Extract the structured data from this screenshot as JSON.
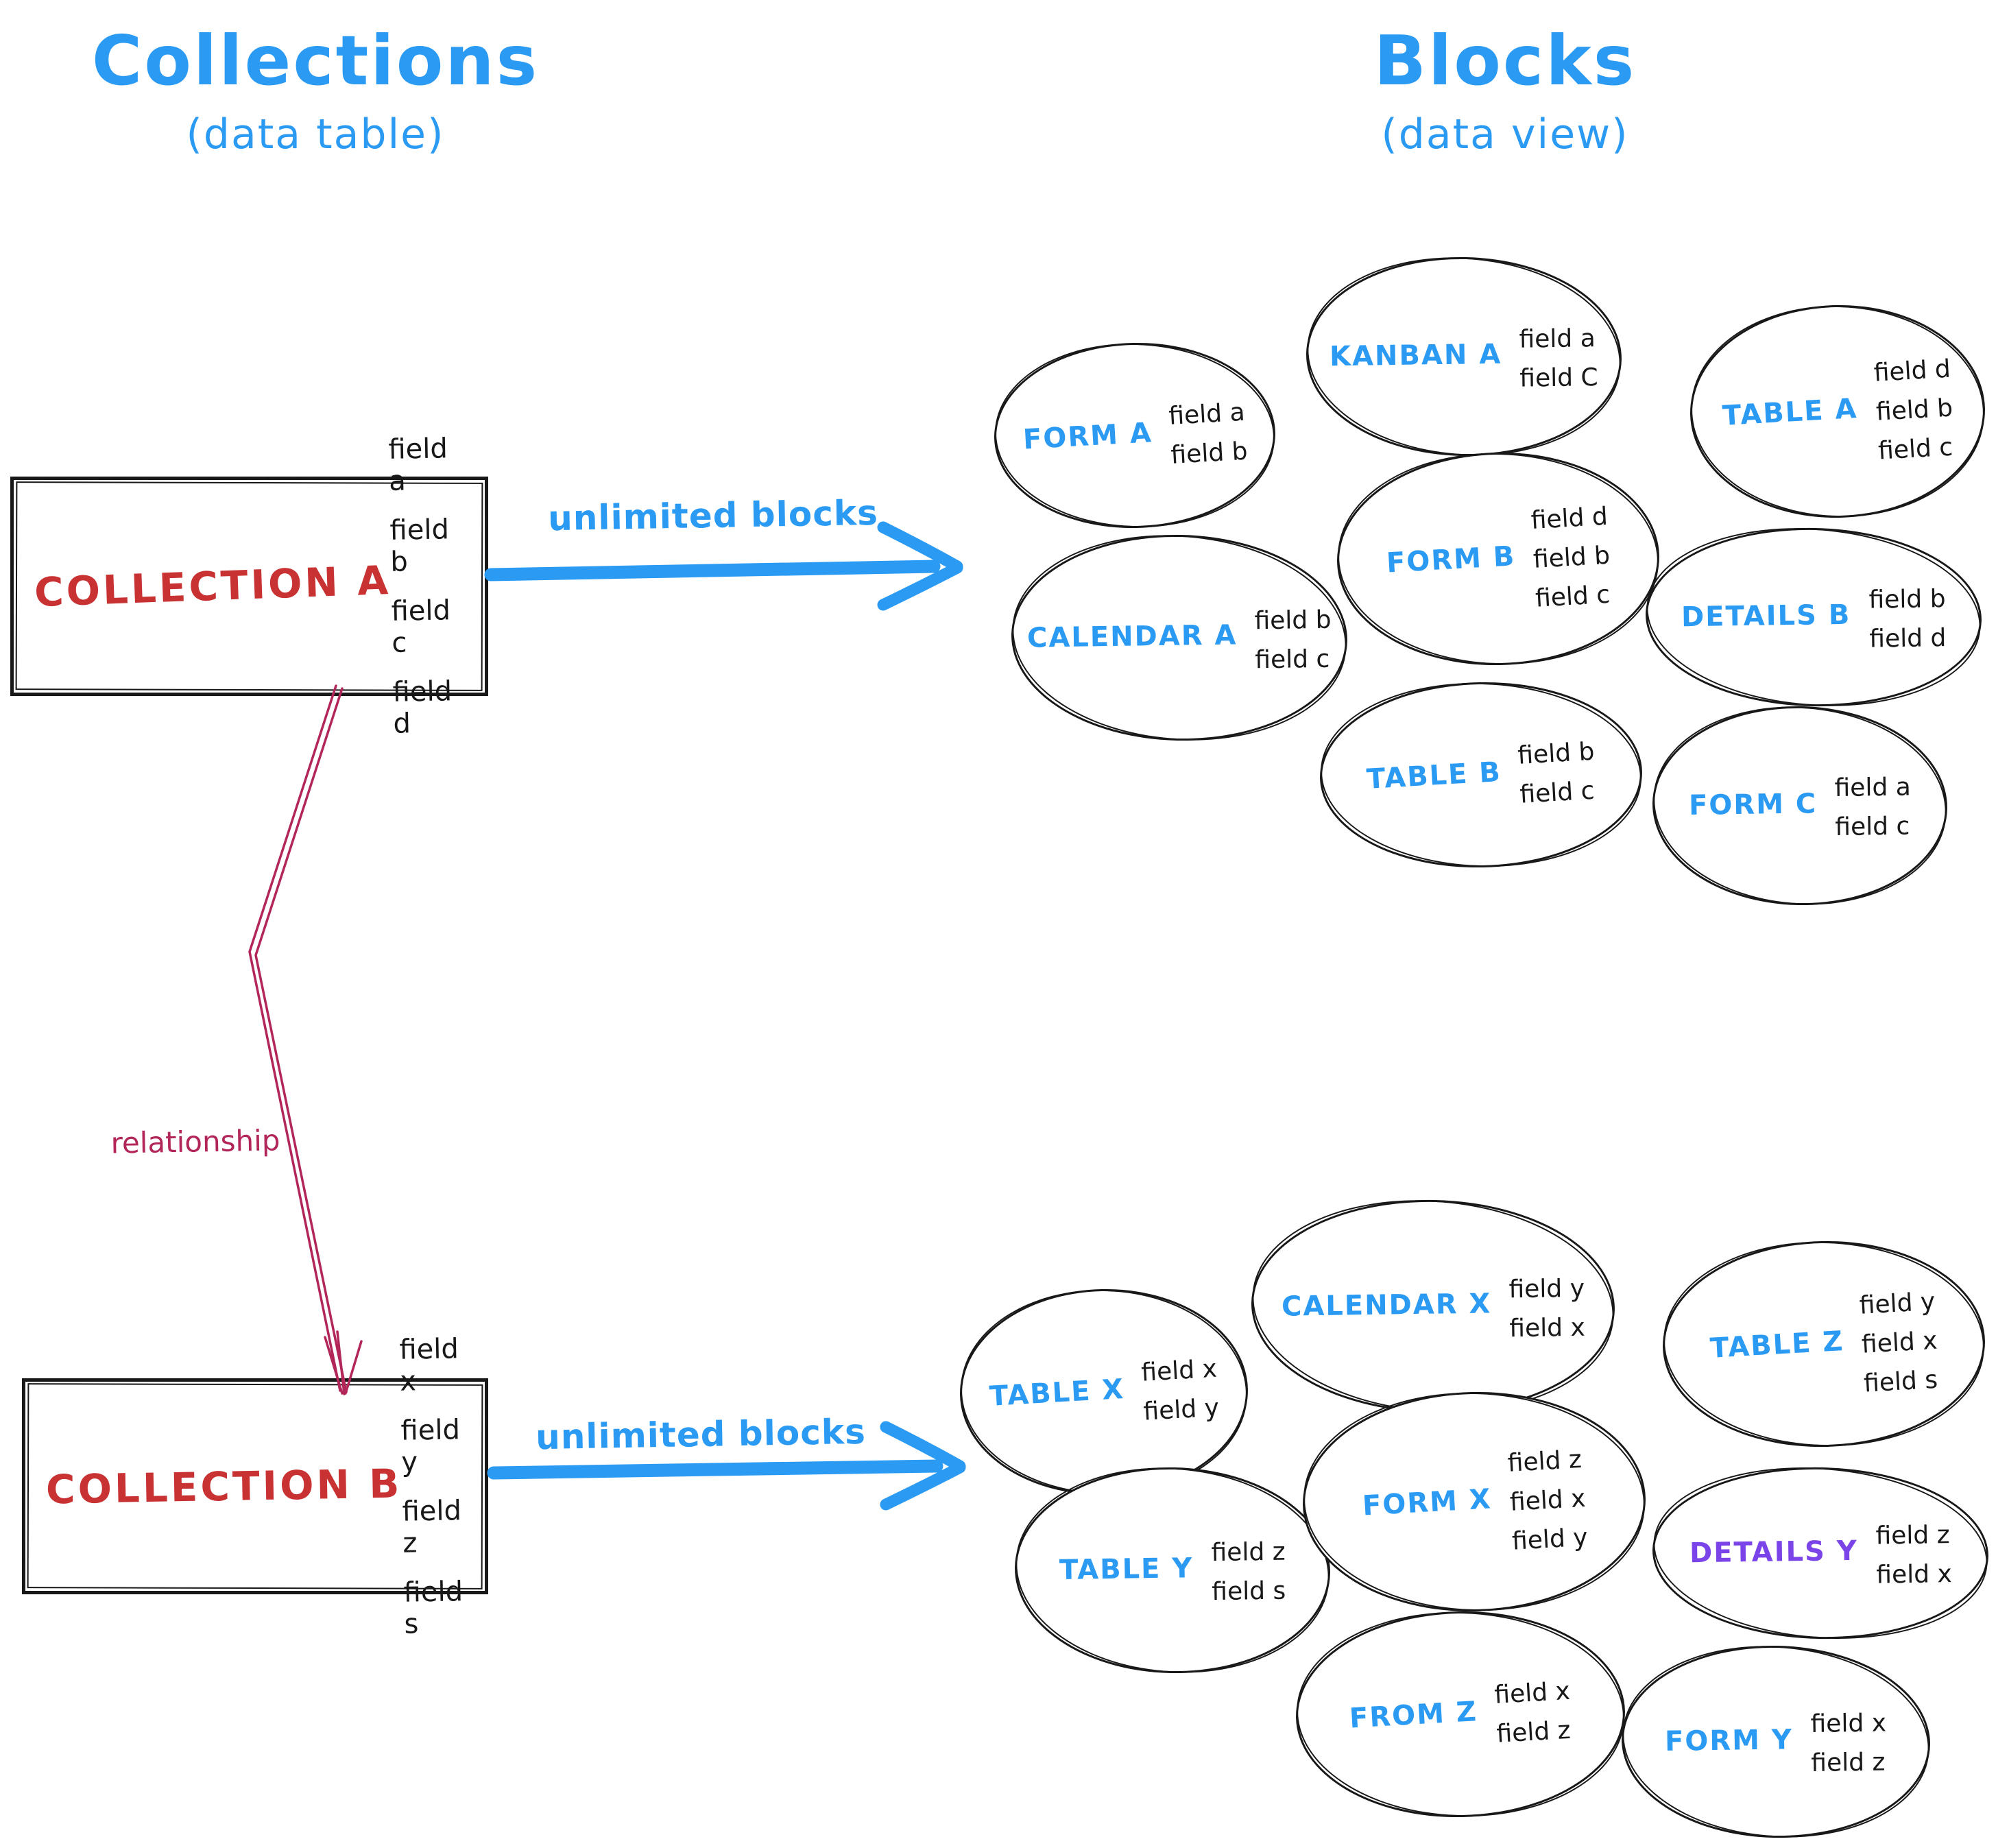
{
  "titles": {
    "left": {
      "title": "Collections",
      "subtitle": "(data table)"
    },
    "right": {
      "title": "Blocks",
      "subtitle": "(data view)"
    }
  },
  "collections": {
    "a": {
      "name": "COLLECTION A",
      "fields": [
        "field a",
        "field b",
        "field c",
        "field d"
      ]
    },
    "b": {
      "name": "COLLECTION B",
      "fields": [
        "field x",
        "field y",
        "field z",
        "field s"
      ]
    }
  },
  "arrows": {
    "a_label": "unlimited blocks",
    "b_label": "unlimited blocks"
  },
  "relationship_label": "relationship",
  "blocks": {
    "cluster_a": [
      {
        "label": "FORM A",
        "fields": [
          "field a",
          "field b"
        ]
      },
      {
        "label": "KANBAN A",
        "fields": [
          "field a",
          "field C"
        ]
      },
      {
        "label": "TABLE A",
        "fields": [
          "field d",
          "field b",
          "field c"
        ]
      },
      {
        "label": "CALENDAR A",
        "fields": [
          "field b",
          "field c"
        ]
      },
      {
        "label": "FORM B",
        "fields": [
          "field d",
          "field b",
          "field c"
        ]
      },
      {
        "label": "DETAILS B",
        "fields": [
          "field b",
          "field d"
        ]
      },
      {
        "label": "TABLE B",
        "fields": [
          "field b",
          "field c"
        ]
      },
      {
        "label": "FORM C",
        "fields": [
          "field a",
          "field c"
        ]
      }
    ],
    "cluster_b": [
      {
        "label": "TABLE X",
        "fields": [
          "field x",
          "field y"
        ]
      },
      {
        "label": "CALENDAR X",
        "fields": [
          "field y",
          "field x"
        ]
      },
      {
        "label": "TABLE Z",
        "fields": [
          "field y",
          "field x",
          "field s"
        ]
      },
      {
        "label": "TABLE Y",
        "fields": [
          "field z",
          "field s"
        ]
      },
      {
        "label": "FORM X",
        "fields": [
          "field z",
          "field x",
          "field y"
        ]
      },
      {
        "label": "DETAILS Y",
        "fields": [
          "field z",
          "field x"
        ]
      },
      {
        "label": "FROM Z",
        "fields": [
          "field x",
          "field z"
        ]
      },
      {
        "label": "FORM Y",
        "fields": [
          "field x",
          "field z"
        ]
      }
    ]
  },
  "colors": {
    "accent_blue": "#2b9af3",
    "collection_red": "#c83232",
    "relationship_crimson": "#b2265a",
    "details_y_purple": "#7a44e8",
    "ink": "#181818"
  }
}
